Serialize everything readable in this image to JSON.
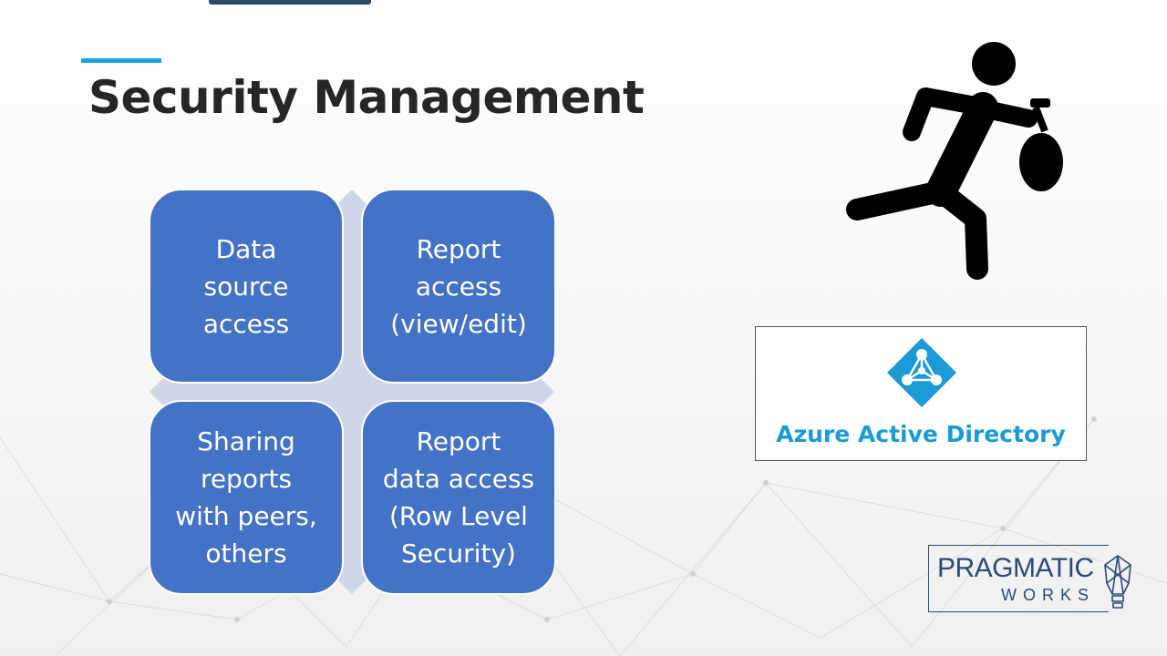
{
  "slide": {
    "title": "Security Management",
    "accent_color": "#1ea0dc",
    "tiles": [
      {
        "label": "Data\nsource\naccess"
      },
      {
        "label": "Report\naccess\n(view/edit)"
      },
      {
        "label": "Sharing\nreports\nwith peers,\nothers"
      },
      {
        "label": "Report\ndata access\n(Row Level\nSecurity)"
      }
    ],
    "tile_color": "#4472c4",
    "diamond_color": "#cfd6e8"
  },
  "images": {
    "runner_icon": "thief-running-with-money-bag-icon",
    "azure": {
      "icon": "azure-active-directory-icon",
      "label": "Azure Active Directory",
      "color": "#1a9ad6"
    }
  },
  "brand": {
    "name": "PRAGMATIC",
    "sub": "WORKS",
    "icon": "lightbulb-icon",
    "color": "#2a4a7b"
  }
}
